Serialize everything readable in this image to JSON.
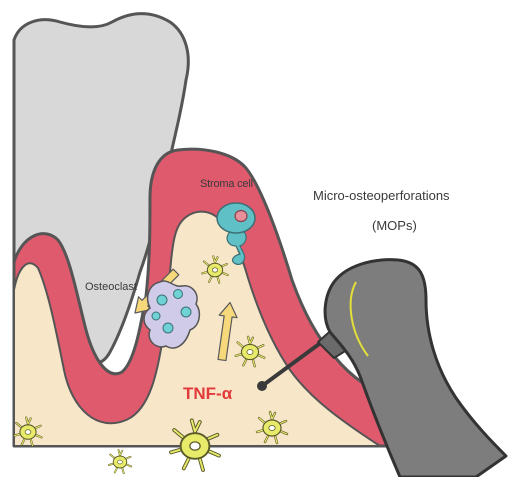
{
  "labels": {
    "stroma_cell": "Stroma cell",
    "osteoclast": "Osteoclast",
    "mops_title": "Micro-osteoperforations",
    "mops_abbr": "(MOPs)",
    "cytokine": "TNF-α"
  },
  "colors": {
    "gingiva": "#e05a6e",
    "bone": "#f8e6c9",
    "tooth": "#d8d8d8",
    "outline": "#555555",
    "osteocyte": "#e8eb6a",
    "arrow": "#f7d87a",
    "stroma_cell": "#5fc0c6",
    "osteoclast": "#cfcbe8",
    "drill": "#7d7d7d",
    "drill_band": "#e3df3a",
    "cytokine_text": "#e23a3a"
  },
  "icons": [
    "tooth-icon",
    "gingiva-icon",
    "bone-icon",
    "stroma-cell-icon",
    "osteoclast-icon",
    "osteocyte-icon",
    "arrow-icon",
    "drill-handpiece-icon"
  ]
}
